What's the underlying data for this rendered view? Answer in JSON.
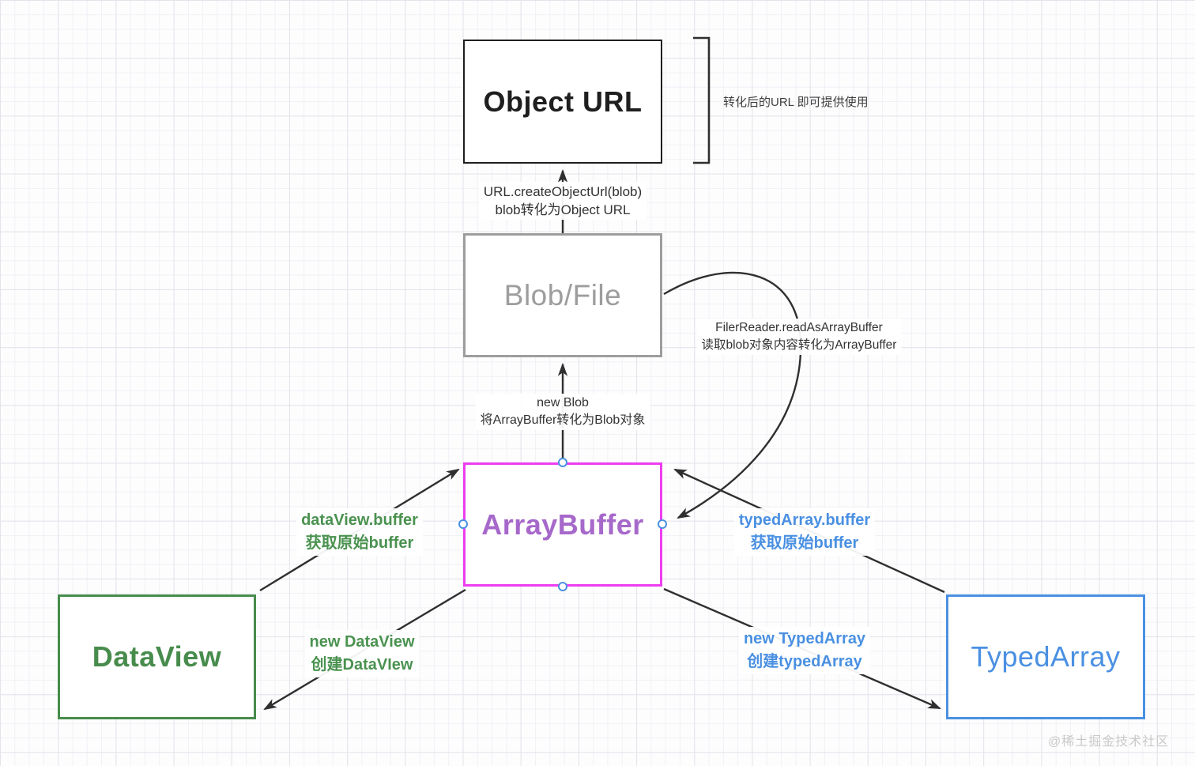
{
  "nodes": {
    "object_url": {
      "label": "Object URL",
      "border_color": "#1f1f1f",
      "text_color": "#1f1f1f"
    },
    "blob_file": {
      "label": "Blob/File",
      "border_color": "#9d9d9d",
      "text_color": "#9d9d9d"
    },
    "array_buffer": {
      "label": "ArrayBuffer",
      "border_color": "#ee3cf0",
      "text_color": "#a668ca",
      "selected": true
    },
    "data_view": {
      "label": "DataView",
      "border_color": "#478c4c",
      "text_color": "#478c4c"
    },
    "typed_array": {
      "label": "TypedArray",
      "border_color": "#4a90e2",
      "text_color": "#4a90e2"
    }
  },
  "annotations": {
    "bracket_note": "转化后的URL 即可提供使用",
    "create_object_url": {
      "line1": "URL.createObjectUrl(blob)",
      "line2": "blob转化为Object URL"
    },
    "new_blob": {
      "line1": "new Blob",
      "line2": "将ArrayBuffer转化为Blob对象"
    },
    "file_reader": {
      "line1": "FilerReader.readAsArrayBuffer",
      "line2": "读取blob对象内容转化为ArrayBuffer"
    },
    "dataview_buffer": {
      "line1": "dataView.buffer",
      "line2": "获取原始buffer"
    },
    "new_dataview": {
      "line1": "new DataView",
      "line2": "创建DataVIew"
    },
    "typedarray_buffer": {
      "line1": "typedArray.buffer",
      "line2": "获取原始buffer"
    },
    "new_typedarray": {
      "line1": "new TypedArray",
      "line2": "创建typedArray"
    }
  },
  "watermark": "@稀土掘金技术社区",
  "colors": {
    "arrow_ink": "#2f2f2f",
    "selection_handle": "#4a90e2",
    "grid_minor": "#f1f1f6",
    "grid_major": "#e3e3ea",
    "background": "#fdfdfe",
    "watermark": "#c9c9c9"
  }
}
